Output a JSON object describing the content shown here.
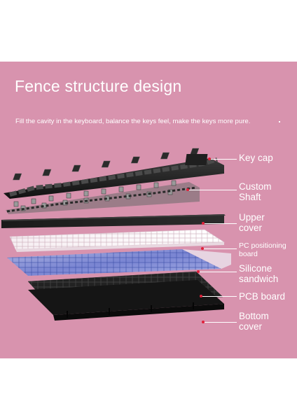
{
  "title": "Fence structure design",
  "subtitle": "Fill the cavity in the keyboard, balance the keys feel, make the keys more pure.",
  "layers": [
    {
      "id": "keycap",
      "lines": [
        "Key cap"
      ],
      "size": "big"
    },
    {
      "id": "shaft",
      "lines": [
        "Custom",
        "Shaft"
      ],
      "size": "big"
    },
    {
      "id": "upper",
      "lines": [
        "Upper",
        "cover"
      ],
      "size": "big"
    },
    {
      "id": "pcpos",
      "lines": [
        "PC positioning",
        "board"
      ],
      "size": "small"
    },
    {
      "id": "silicone",
      "lines": [
        "Silicone",
        "sandwich"
      ],
      "size": "big"
    },
    {
      "id": "pcb",
      "lines": [
        "PCB board"
      ],
      "size": "big"
    },
    {
      "id": "bottom",
      "lines": [
        "Bottom",
        "cover"
      ],
      "size": "big"
    }
  ],
  "colors": {
    "background": "#d893ae",
    "text": "#ffffff",
    "marker": "#e0213a"
  }
}
